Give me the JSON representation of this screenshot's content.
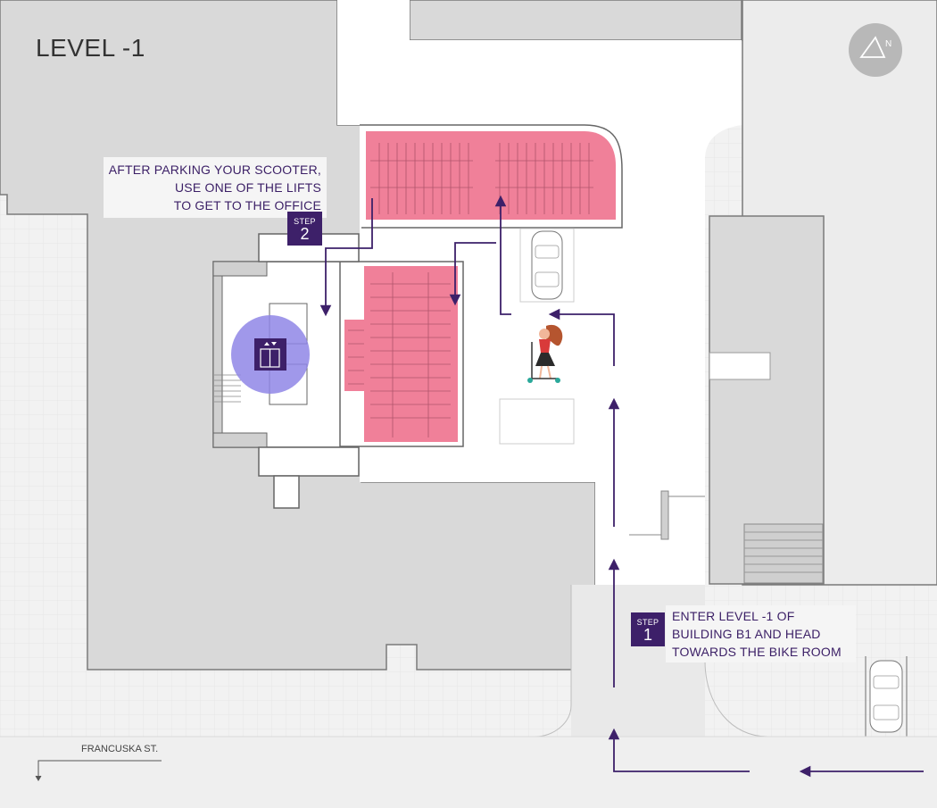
{
  "map": {
    "level_title": "LEVEL -1",
    "compass_letter": "N",
    "street_label": "FRANCUSKA ST.",
    "steps": [
      {
        "step_word": "STEP",
        "number": "1",
        "lines": [
          "ENTER LEVEL -1 OF",
          "BUILDING B1 AND HEAD",
          "TOWARDS THE BIKE ROOM"
        ]
      },
      {
        "step_word": "STEP",
        "number": "2",
        "lines": [
          "AFTER PARKING YOUR SCOOTER,",
          "USE ONE OF THE LIFTS",
          "TO GET TO THE OFFICE"
        ]
      }
    ]
  },
  "colors": {
    "route": "#3d2069",
    "bike_zone": "#f08099",
    "lift_highlight": "#8f86e6",
    "building": "#d8d8d8",
    "driveway": "#ffffff",
    "pavement": "#efefef"
  },
  "icons": [
    "compass-icon",
    "lift-icon",
    "scooter-rider-icon",
    "car-icon",
    "bicycle-rack-icon",
    "route-arrow-icon",
    "door-swing-icon",
    "stairs-icon"
  ]
}
